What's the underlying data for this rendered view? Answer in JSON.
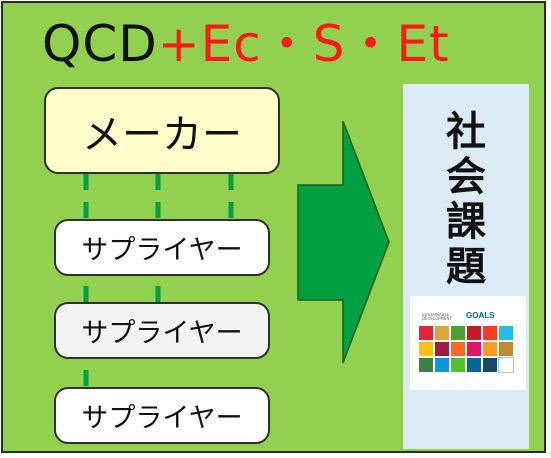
{
  "title": {
    "part1": "QCD",
    "part2": "+Ec・S・Et"
  },
  "maker": {
    "label": "メーカー"
  },
  "suppliers": [
    {
      "label": "サプライヤー"
    },
    {
      "label": "サプライヤー"
    },
    {
      "label": "サプライヤー"
    }
  ],
  "social_issue": {
    "chars": [
      "社",
      "会",
      "課",
      "題"
    ]
  },
  "sdg_logo": {
    "small_text": "SUSTAINABLE DEVELOPMENT",
    "goals_text": "GOALS",
    "tile_colors": [
      "#e5243b",
      "#dda63a",
      "#4c9f38",
      "#c5192d",
      "#ff3a21",
      "#26bde2",
      "#fcc30b",
      "#a21942",
      "#fd6925",
      "#dd1367",
      "#fd9d24",
      "#bf8b2e",
      "#3f7e44",
      "#0a97d9",
      "#56c02b",
      "#00689d",
      "#19486a",
      "#ffffff"
    ]
  },
  "colors": {
    "background": "#92d050",
    "title_red": "#ff1a1a",
    "maker_fill": "#ffffcc",
    "arrow_green": "#00a040",
    "connector_green": "#00a040",
    "social_column": "#ddebf7"
  }
}
